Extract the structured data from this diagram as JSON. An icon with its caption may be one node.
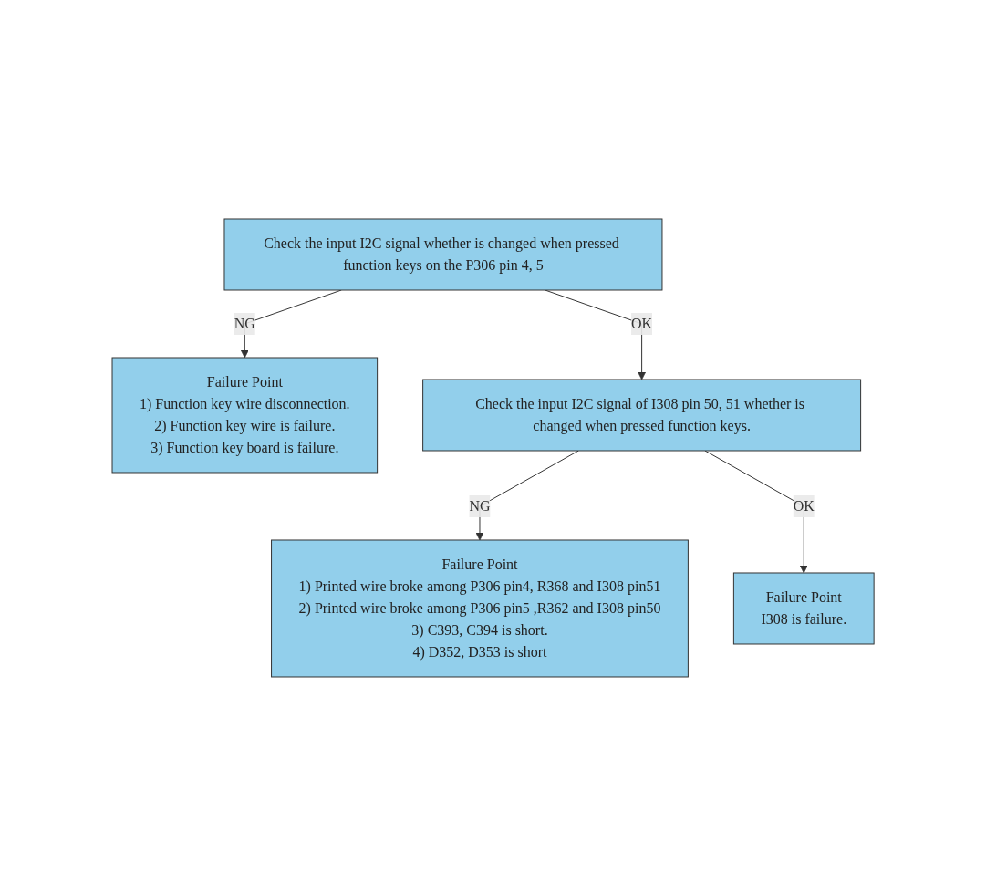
{
  "diagram": {
    "nodes": [
      {
        "text": [
          "Check the input I2C signal whether is changed when pressed function keys on the P306 pin 4, 5"
        ]
      },
      {
        "text": [
          "Failure Point",
          "1) Function key wire disconnection.",
          "2) Function key wire is failure.",
          "3) Function key board is failure."
        ]
      },
      {
        "text": [
          "Check the input I2C signal of I308 pin 50, 51 whether is changed when pressed function keys."
        ]
      },
      {
        "text": [
          "Failure Point",
          "1) Printed wire broke among P306 pin4, R368 and I308 pin51",
          "2) Printed wire broke among P306 pin5 ,R362 and I308 pin50",
          "3) C393, C394 is short.",
          "4) D352, D353 is short"
        ]
      },
      {
        "text": [
          "Failure Point",
          "I308 is failure."
        ]
      }
    ],
    "edges": [
      {
        "from": 0,
        "to": 1,
        "arrow": "to",
        "label": "NG"
      },
      {
        "from": 0,
        "to": 2,
        "arrow": "to",
        "label": "OK"
      },
      {
        "from": 2,
        "to": 3,
        "arrow": "to",
        "label": "NG"
      },
      {
        "from": 2,
        "to": 4,
        "arrow": "to",
        "label": "OK"
      }
    ]
  }
}
